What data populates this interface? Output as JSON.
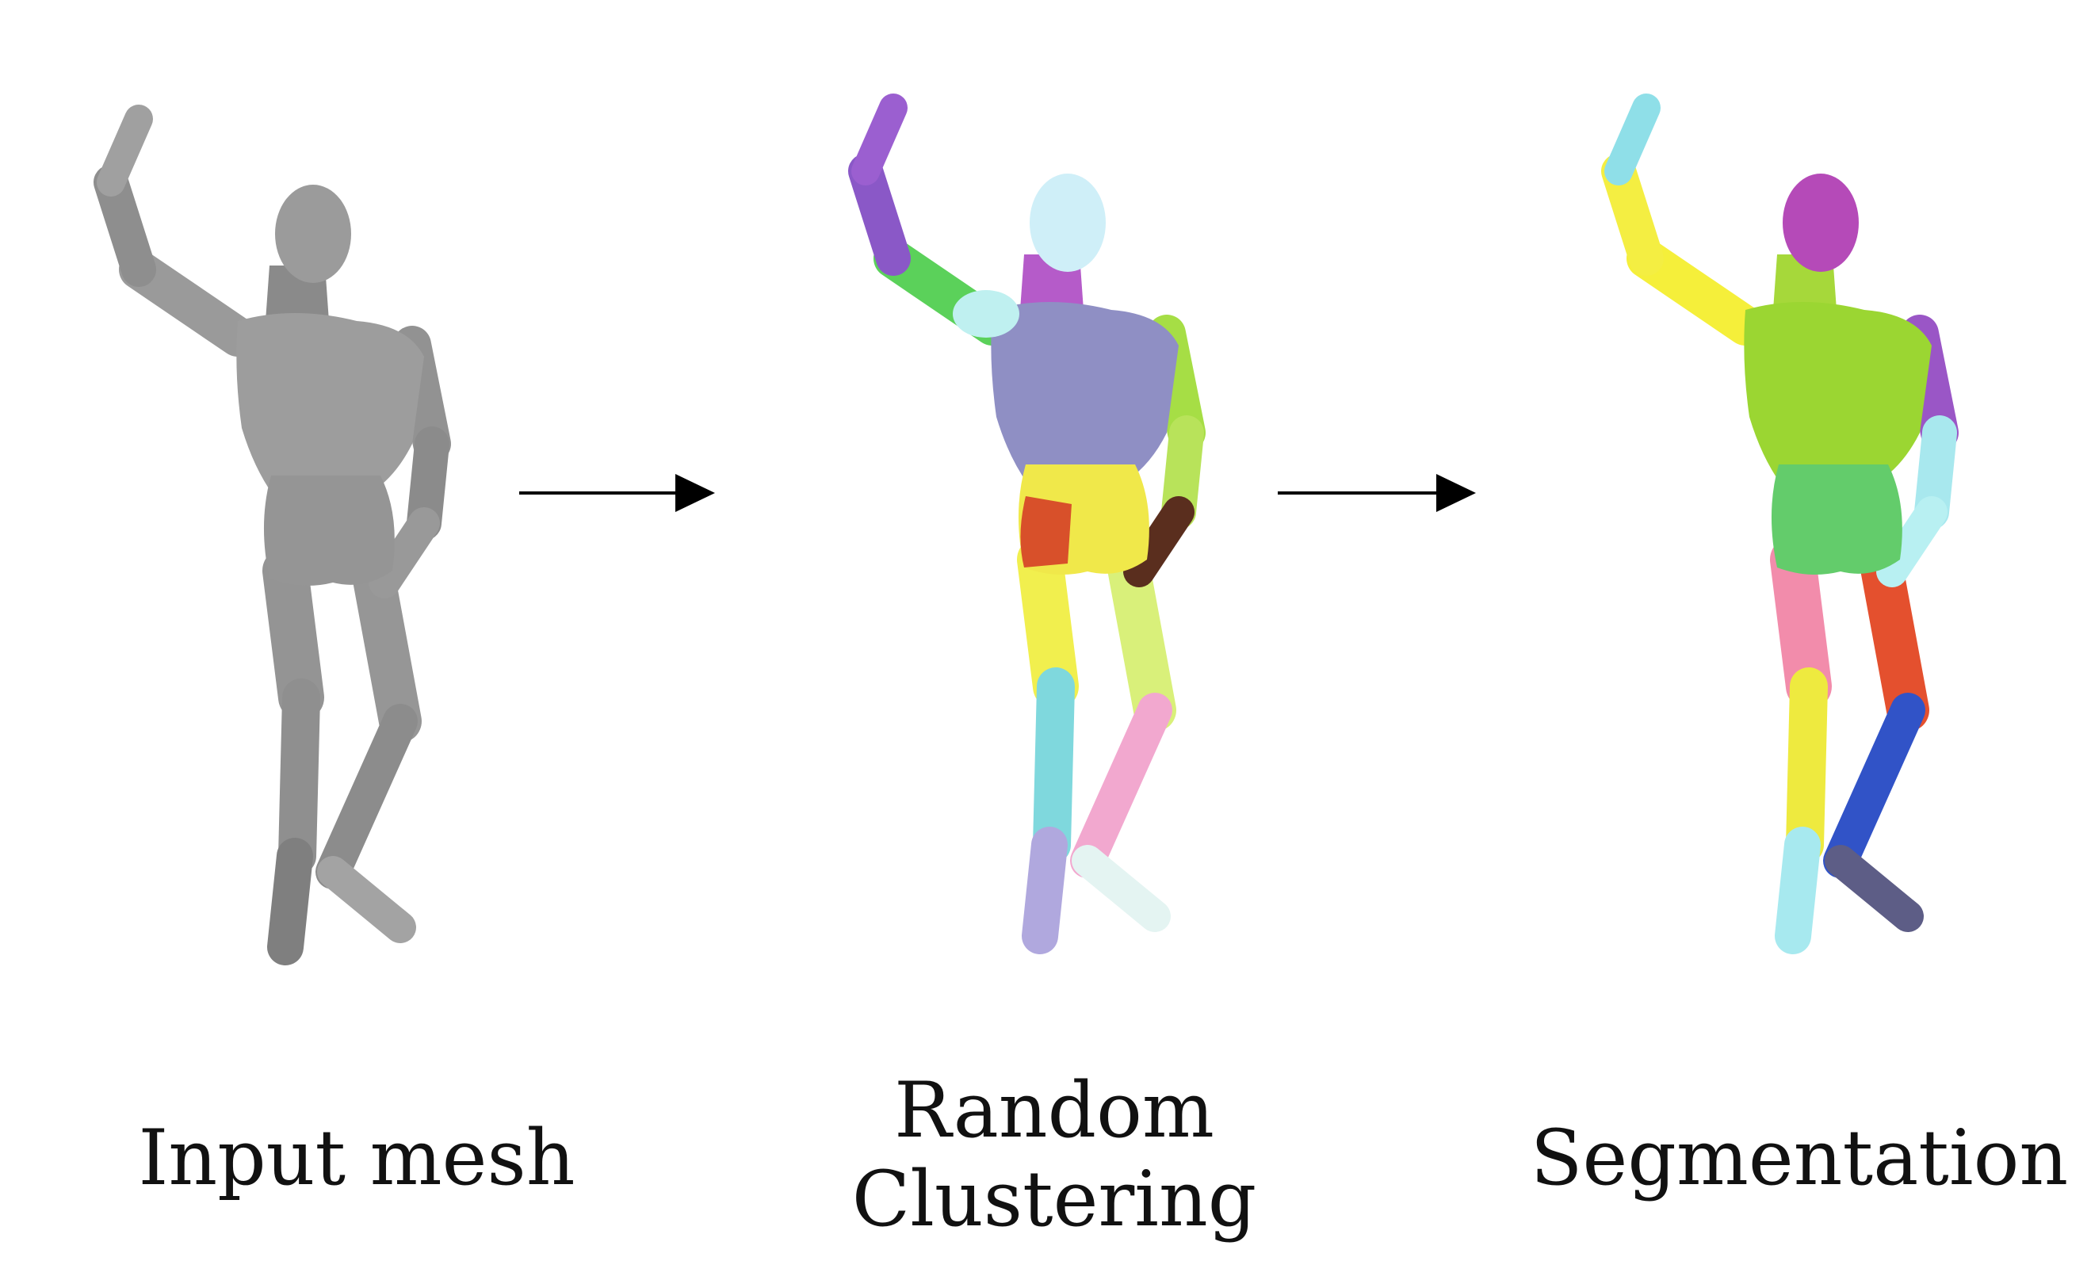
{
  "figure": {
    "panels": [
      {
        "id": "input",
        "caption_lines": [
          "Input mesh"
        ],
        "colors": {
          "upper_arm_r": "#9a9a9a",
          "forearm_r": "#8e8e8e",
          "hand_r": "#a0a0a0",
          "head": "#9b9b9b",
          "neck": "#8a8a8a",
          "torso": "#9d9d9d",
          "pelvis": "#959595",
          "upper_arm_l": "#929292",
          "forearm_l": "#8b8b8b",
          "hand_l": "#999999",
          "thigh_r": "#949494",
          "shin_r": "#8f8f8f",
          "foot_r": "#7f7f7f",
          "thigh_l": "#969696",
          "shin_l": "#8c8c8c",
          "foot_l": "#a3a3a3"
        }
      },
      {
        "id": "clustering",
        "caption_lines": [
          "Random",
          "Clustering"
        ],
        "colors": {
          "upper_arm_r": "#5bd15a",
          "forearm_r": "#8a58c7",
          "hand_r": "#9b5fd0",
          "head": "#cfeff8",
          "neck": "#b55bc9",
          "torso": "#8f8fc4",
          "pelvis": "#f0e84a",
          "upper_arm_l": "#a6de45",
          "forearm_l": "#b8e35a",
          "hand_l": "#5a2e1e",
          "thigh_r": "#f1ef4e",
          "shin_r": "#7fd8dd",
          "foot_r": "#b0a8de",
          "thigh_l": "#d9f07a",
          "shin_l": "#f2a8cf",
          "foot_l": "#e4f4f2",
          "hip_patch": "#d8502a",
          "shoulder_r": "#bff0f0"
        }
      },
      {
        "id": "segmentation",
        "caption_lines": [
          "Segmentation"
        ],
        "colors": {
          "upper_arm_r": "#f5ef3a",
          "forearm_r": "#f4ee42",
          "hand_r": "#8fdfe8",
          "head": "#b54ab8",
          "neck": "#a6d83a",
          "torso": "#9bd632",
          "pelvis": "#63cc6b",
          "upper_arm_l": "#9a56c6",
          "forearm_l": "#a8e8ee",
          "hand_l": "#b8f0f2",
          "thigh_r": "#f28cab",
          "shin_r": "#eeea3f",
          "foot_r": "#a7e9ef",
          "thigh_l": "#e4502e",
          "shin_l": "#3153c7",
          "foot_l": "#5d5d86"
        }
      }
    ],
    "arrow_color": "#000000"
  }
}
